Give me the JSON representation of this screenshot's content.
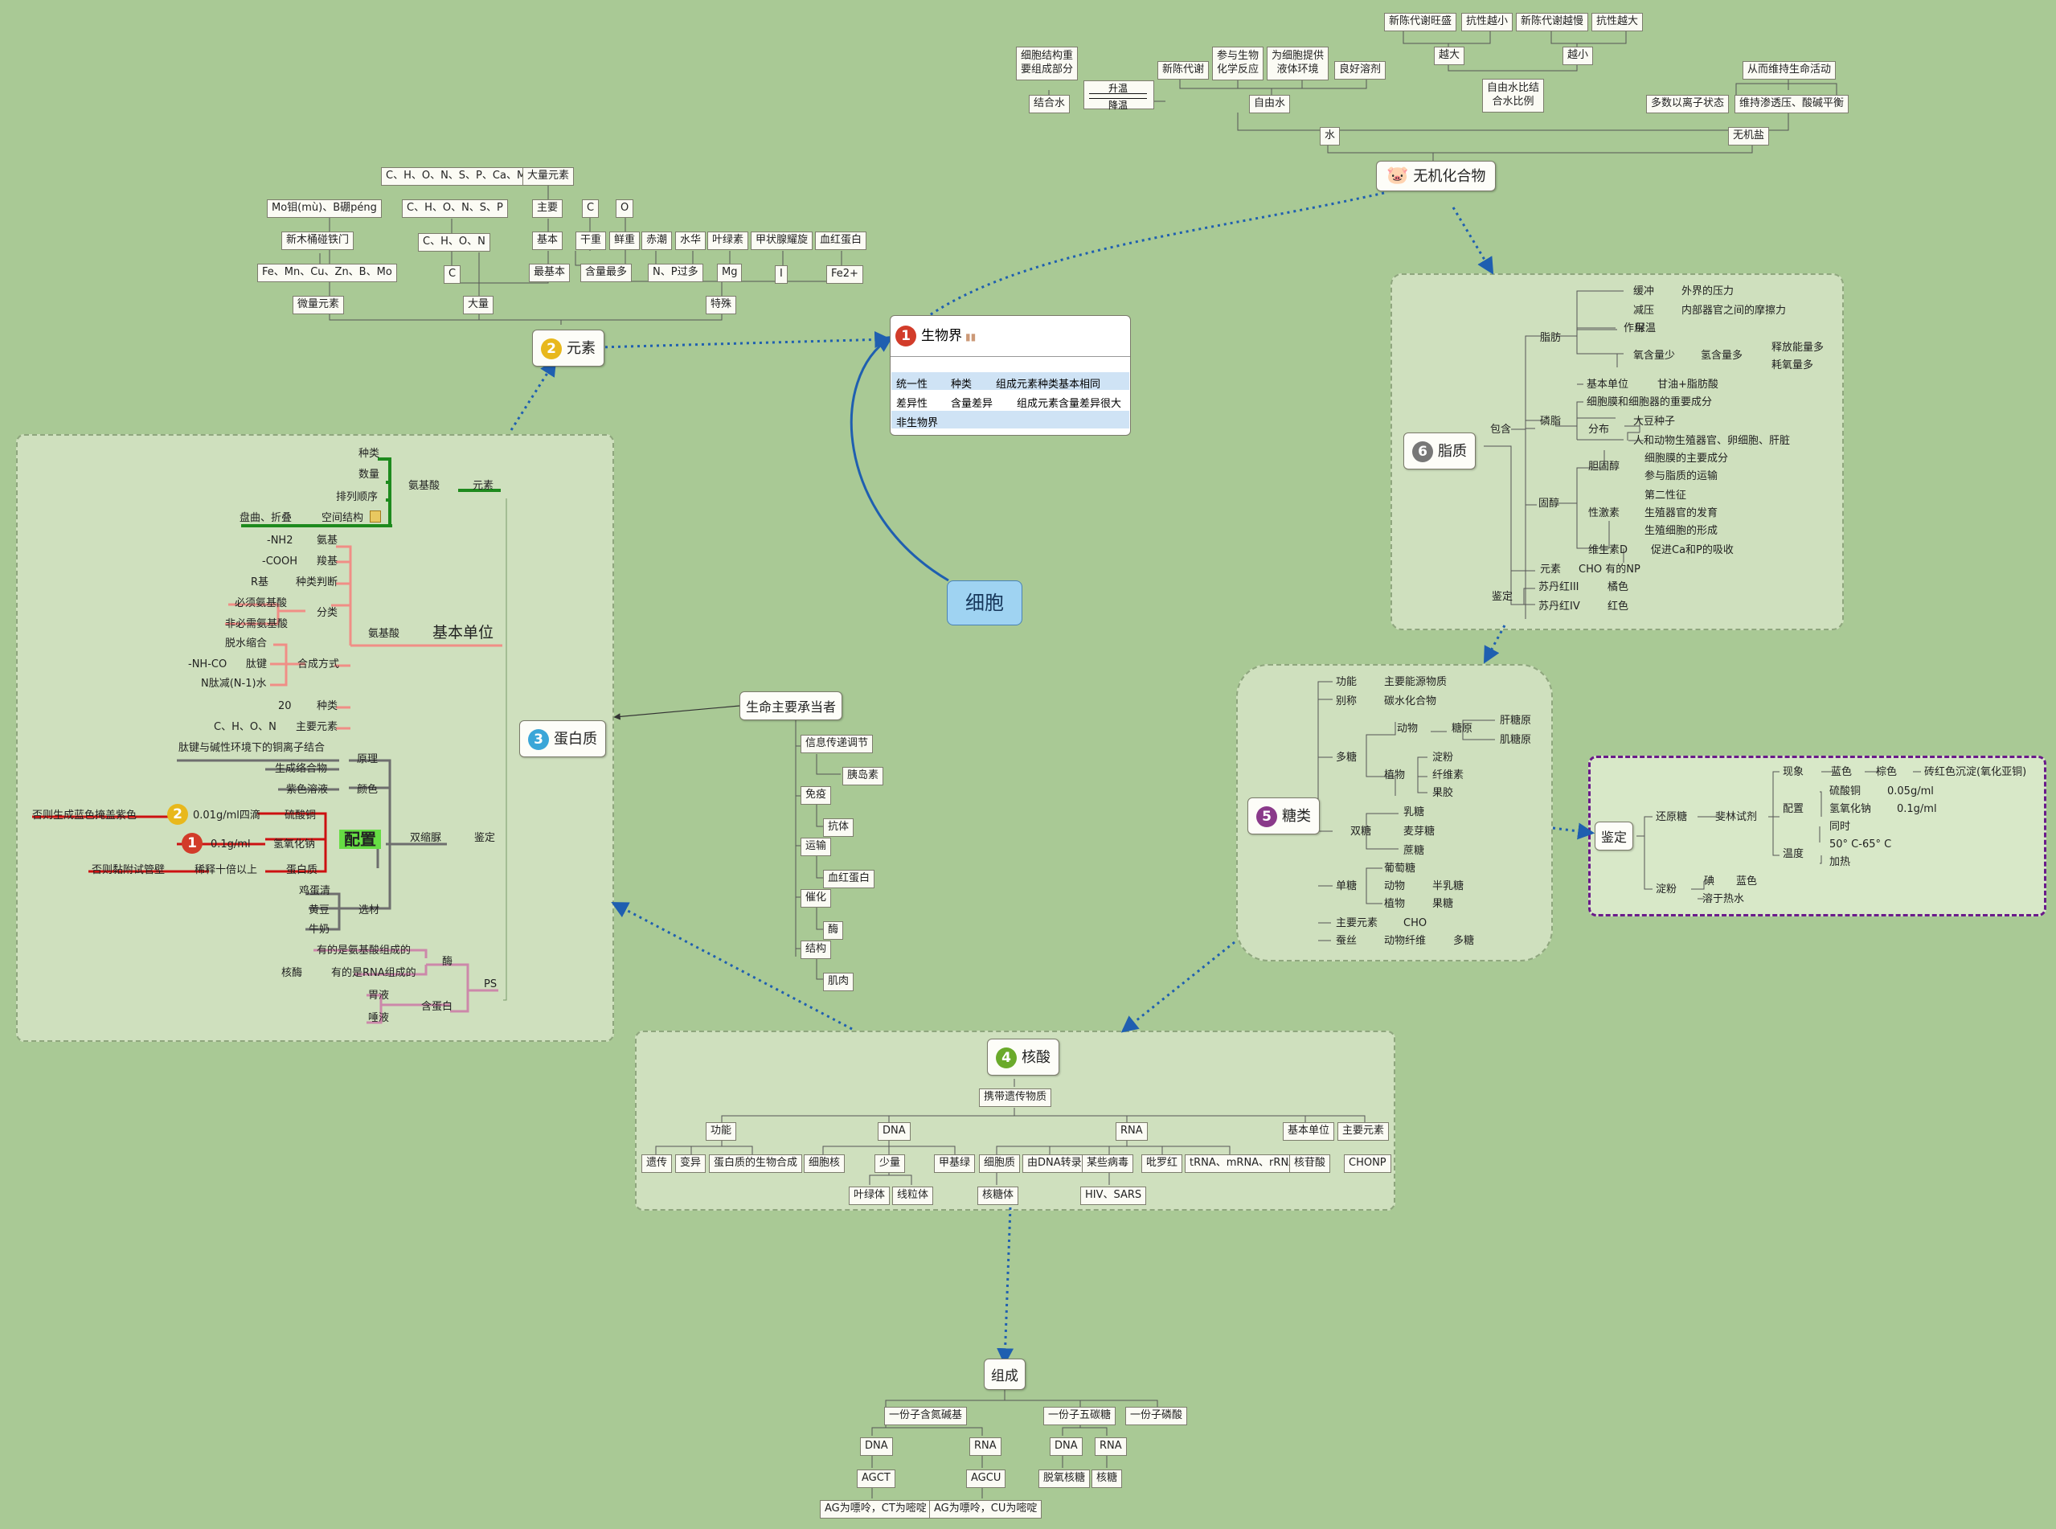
{
  "center": "细胞",
  "topics": {
    "t1": "生物界",
    "t2": "元素",
    "t3": "蛋白质",
    "t4": "核酸",
    "t5": "糖类",
    "t6": "脂质",
    "inorganic": "无机化合物",
    "compose": "组成",
    "life": "生命主要承当者"
  },
  "nums": {
    "n1": "1",
    "n2": "2",
    "n3": "3",
    "n4": "4",
    "n5": "5",
    "n6": "6",
    "b1": "1",
    "b2": "2"
  },
  "table": {
    "r1c1": "统一性",
    "r1c2": "种类",
    "r1c3": "组成元素种类基本相同",
    "r2c1": "差异性",
    "r2c2": "含量差异",
    "r2c3": "组成元素含量差异很大",
    "r3c1": "非生物界"
  },
  "water": {
    "w1": "新陈代谢旺盛",
    "w2": "抗性越小",
    "w3": "新陈代谢越慢",
    "w4": "抗性越大",
    "w5": "越大",
    "w6": "越小",
    "w7": "细胞结构重\n要组成部分",
    "w8": "参与生物\n化学反应",
    "w9": "为细胞提供\n液体环境",
    "w10": "新陈代谢",
    "w11": "良好溶剂",
    "w12": "从而维持生命活动",
    "w13": "自由水比结\n合水比例",
    "w14": "结合水",
    "w15": "升温",
    "w16": "降温",
    "w17": "自由水",
    "w18": "多数以离子状态",
    "w19": "维持渗透压、酸碱平衡",
    "w20": "水",
    "w21": "无机盐"
  },
  "elem": {
    "e1": "C、H、O、N、S、P、Ca、Mg",
    "e2": "大量元素",
    "e3": "Mo钼(mù)、B硼péng",
    "e4": "C、H、O、N、S、P",
    "e5": "主要",
    "e6": "C",
    "e7": "O",
    "e8": "新木桶碰铁门",
    "e9": "C、H、O、N",
    "e10": "基本",
    "e11": "干重",
    "e12": "鲜重",
    "e13": "赤潮",
    "e14": "水华",
    "e15": "叶绿素",
    "e16": "甲状腺耀旋",
    "e17": "血红蛋白",
    "e18": "Fe、Mn、Cu、Zn、B、Mo",
    "e19": "C",
    "e20": "最基本",
    "e21": "含量最多",
    "e22": "N、P过多",
    "e23": "Mg",
    "e24": "I",
    "e25": "Fe2+",
    "e26": "微量元素",
    "e27": "大量",
    "e28": "特殊"
  },
  "prot": {
    "p1": "种类",
    "p2": "数量",
    "p3": "氨基酸",
    "p4": "元素",
    "p5": "排列顺序",
    "p6": "盘曲、折叠",
    "p7": "空间结构",
    "p8": "-NH2",
    "p9": "氨基",
    "p10": "-COOH",
    "p11": "羧基",
    "p12": "R基",
    "p13": "种类判断",
    "p14": "必须氨基酸",
    "p15": "分类",
    "p16": "非必需氨基酸",
    "p17": "脱水缩合",
    "p18": "-NH-CO",
    "p19": "肽键",
    "p20": "合成方式",
    "p21": "N肽减(N-1)水",
    "p22": "氨基酸",
    "p23": "基本单位",
    "p24": "20",
    "p25": "种类",
    "p26": "C、H、O、N",
    "p27": "主要元素",
    "p28": "肽键与碱性环境下的铜离子结合",
    "p29": "原理",
    "p30": "生成络合物",
    "p31": "紫色溶液",
    "p32": "颜色",
    "p33": "否则生成蓝色掩盖紫色",
    "p34": "0.01g/ml四滴",
    "p35": "硫酸铜",
    "p36": "0.1g/ml",
    "p37": "氢氧化钠",
    "p38": "配置",
    "p39": "双缩脲",
    "p40": "鉴定",
    "p41": "否则黏附试管壁",
    "p42": "稀释十倍以上",
    "p43": "蛋白质",
    "p44": "鸡蛋清",
    "p45": "黄豆",
    "p46": "选材",
    "p47": "牛奶",
    "p48": "有的是氨基酸组成的",
    "p49": "酶",
    "p50": "核酶",
    "p51": "有的是RNA组成的",
    "p52": "PS",
    "p53": "胃液",
    "p54": "含蛋白",
    "p55": "唾液"
  },
  "life": {
    "l1": "信息传递调节",
    "l2": "胰岛素",
    "l3": "免疫",
    "l4": "抗体",
    "l5": "运输",
    "l6": "血红蛋白",
    "l7": "催化",
    "l8": "酶",
    "l9": "结构",
    "l10": "肌肉"
  },
  "lipid": {
    "f1": "缓冲",
    "f2": "外界的压力",
    "f3": "减压",
    "f4": "内部器官之间的摩擦力",
    "f5": "作用",
    "f6": "保温",
    "f7": "脂肪",
    "f8": "氧含量少",
    "f9": "氢含量多",
    "f10": "释放能量多",
    "f11": "耗氧量多",
    "f12": "基本单位",
    "f13": "甘油+脂肪酸",
    "f14": "细胞膜和细胞器的重要成分",
    "f15": "磷脂",
    "f16": "包含",
    "f17": "分布",
    "f18": "大豆种子",
    "f19": "人和动物生殖器官、卵细胞、肝脏",
    "f20": "胆固醇",
    "f21": "细胞膜的主要成分",
    "f22": "参与脂质的运输",
    "f23": "固醇",
    "f24": "第二性征",
    "f25": "性激素",
    "f26": "生殖器官的发育",
    "f27": "生殖细胞的形成",
    "f28": "维生素D",
    "f29": "促进Ca和P的吸收",
    "f30": "元素",
    "f31": "CHO 有的NP",
    "f32": "鉴定",
    "f33": "苏丹红III",
    "f34": "橘色",
    "f35": "苏丹红IV",
    "f36": "红色"
  },
  "sugar": {
    "s1": "功能",
    "s2": "主要能源物质",
    "s3": "别称",
    "s4": "碳水化合物",
    "s5": "动物",
    "s6": "糖原",
    "s7": "肝糖原",
    "s8": "肌糖原",
    "s9": "多糖",
    "s10": "淀粉",
    "s11": "植物",
    "s12": "纤维素",
    "s13": "果胶",
    "s14": "乳糖",
    "s15": "双糖",
    "s16": "麦芽糖",
    "s17": "蔗糖",
    "s18": "葡萄糖",
    "s19": "单糖",
    "s20": "动物",
    "s21": "半乳糖",
    "s22": "植物",
    "s23": "果糖",
    "s24": "主要元素",
    "s25": "CHO",
    "s26": "蚕丝",
    "s27": "动物纤维",
    "s28": "多糖"
  },
  "ident": {
    "i1": "鉴定",
    "i2": "现象",
    "i3": "蓝色",
    "i4": "棕色",
    "i5": "砖红色沉淀(氧化亚铜)",
    "i6": "还原糖",
    "i7": "斐林试剂",
    "i8": "硫酸铜",
    "i9": "0.05g/ml",
    "i10": "配置",
    "i11": "氢氧化钠",
    "i12": "0.1g/ml",
    "i13": "同时",
    "i14": "温度",
    "i15": "50° C-65° C",
    "i16": "加热",
    "i17": "淀粉",
    "i18": "碘",
    "i19": "蓝色",
    "i20": "溶于热水"
  },
  "nucleic": {
    "k1": "携带遗传物质",
    "k2": "功能",
    "k3": "DNA",
    "k4": "RNA",
    "k5": "基本单位",
    "k6": "主要元素",
    "k7": "遗传",
    "k8": "变异",
    "k9": "蛋白质的生物合成",
    "k10": "细胞核",
    "k11": "少量",
    "k12": "甲基绿",
    "k13": "细胞质",
    "k14": "由DNA转录",
    "k15": "某些病毒",
    "k16": "吡罗红",
    "k17": "tRNA、mRNA、rRNA",
    "k18": "核苷酸",
    "k19": "CHONP",
    "k20": "叶绿体",
    "k21": "线粒体",
    "k22": "核糖体",
    "k23": "HIV、SARS"
  },
  "comp": {
    "c1": "一份子含氮碱基",
    "c2": "一份子五碳糖",
    "c3": "一份子磷酸",
    "c4": "DNA",
    "c5": "RNA",
    "c6": "DNA",
    "c7": "RNA",
    "c8": "AGCT",
    "c9": "AGCU",
    "c10": "脱氧核糖",
    "c11": "核糖",
    "c12": "AG为嘌呤，CT为嘧啶",
    "c13": "AG为嘌呤，CU为嘧啶"
  },
  "colors": {
    "background": "#a9c995",
    "panel": "#cfe0be",
    "centerFill": "#9fd3f2",
    "link": "#1f5fb0",
    "green": "#1e8a1e",
    "salmon": "#f08e86",
    "gray": "#6e6e6e",
    "red": "#cc1111",
    "pink": "#cc88aa",
    "purple": "#6a1a8a"
  }
}
